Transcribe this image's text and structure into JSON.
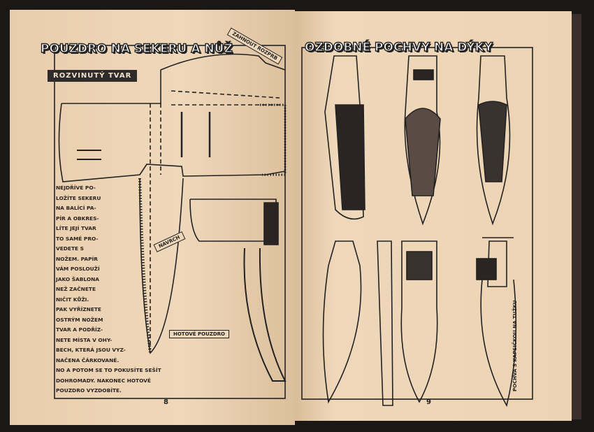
{
  "left_page": {
    "title": "POUZDRO NA SEKERU A NŮŽ",
    "banner": "ROZVINUTÝ TVAR",
    "label_bend": "ZAHNOUT ROZPRB",
    "label_top": "NAVRCH",
    "label_finished": "HOTOVÉ POUZDRO",
    "instructions": [
      "NEJDŘÍVE PO-",
      "LOŽÍTE SEKERU",
      "NA BALÍCÍ PA-",
      "PÍR A OBKRES-",
      "LÍTE JEJÍ TVAR",
      "TO SAMÉ PRO-",
      "VEDETE S",
      "NOŽEM. PAPÍR",
      "VÁM POSLOUŽÍ",
      "JAKO ŠABLONA",
      "NEŽ ZAČNETE",
      "NIČIT KŮŽI.",
      "PAK VYŘÍZNETE",
      "OSTRÝM NOŽEM",
      "TVAR A PODŘÍZ-",
      "NETE MÍSTA V OHY-",
      "BECH, KTERÁ JSOU VYZ-",
      "NAČENA ČÁRKOVANÉ.",
      "NO A POTOM SE TO POKUSÍTE SEŠÍT",
      "DOHROMADY. NAKONEC HOTOVÉ",
      "POUZDRO VYZDOBÍTE."
    ],
    "page_number": "8"
  },
  "right_page": {
    "title": "OZDOBNÉ POCHVY NA DÝKY",
    "caption_vertical": "POCHVA S KAPSIČKOU NA TUŽKU",
    "page_number": "9"
  }
}
